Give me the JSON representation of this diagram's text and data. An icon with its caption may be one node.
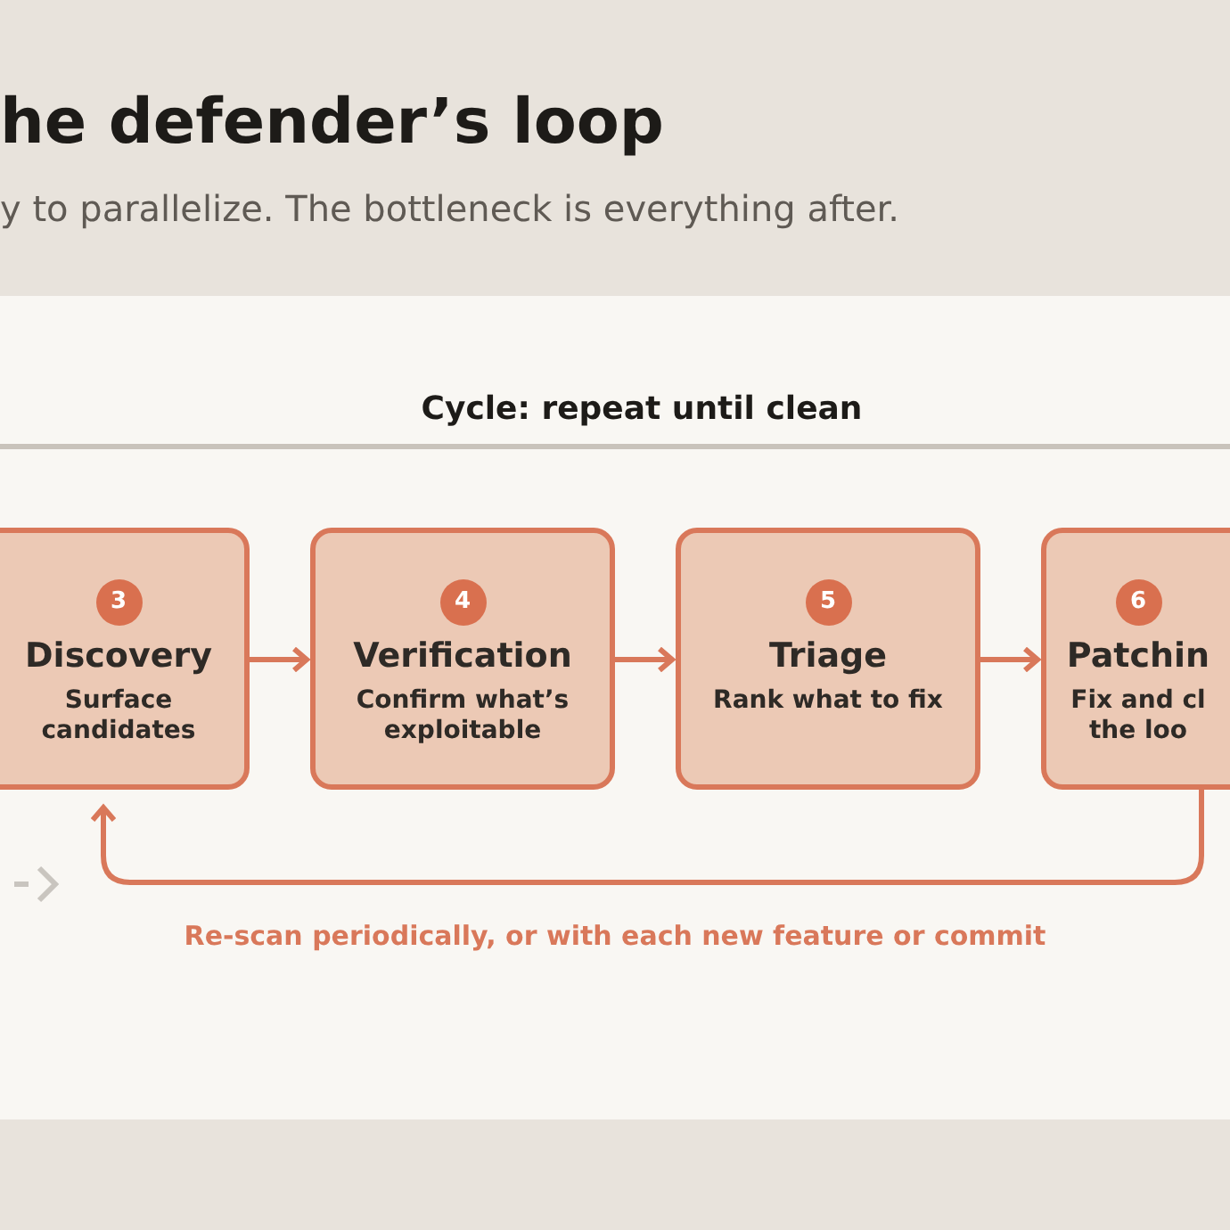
{
  "diagram": {
    "title": "he defender’s loop",
    "nodes": [
      {
        "text": [
          "3",
          "Discovery",
          "Surface candidates"
        ]
      },
      {
        "text": [
          "4",
          "Verification",
          "Confirm what’s exploitable"
        ]
      },
      {
        "text": [
          "5",
          "Triage",
          "Rank what to fix"
        ]
      },
      {
        "text": [
          "6",
          "Patchin",
          "Fix and cl the loo"
        ]
      }
    ],
    "edges": [
      {
        "from": 0,
        "to": 1,
        "arrow": "to"
      },
      {
        "from": 1,
        "to": 2,
        "arrow": "to"
      },
      {
        "from": 2,
        "to": 3,
        "arrow": "to"
      },
      {
        "from": 3,
        "to": 0,
        "arrow": "to",
        "label": "Re-scan periodically, or with each new feature or commit"
      }
    ],
    "labels": [
      "y to parallelize. The bottleneck is everything after.",
      "Cycle: repeat until clean"
    ]
  }
}
